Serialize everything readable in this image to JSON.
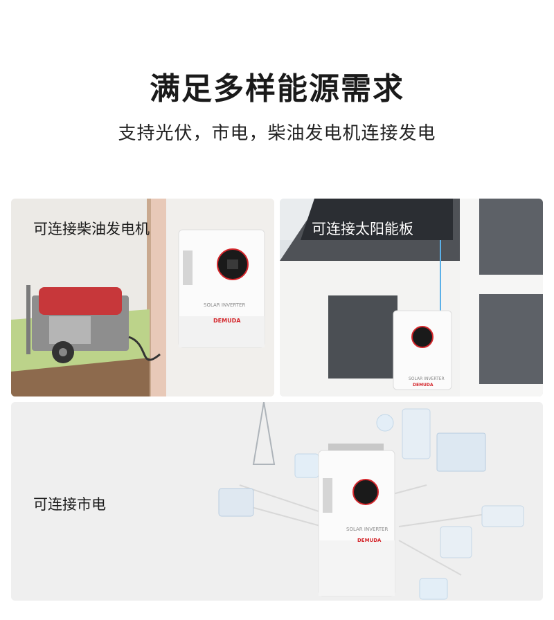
{
  "header": {
    "title": "满足多样能源需求",
    "subtitle": "支持光伏，市电，柴油发电机连接发电"
  },
  "panels": [
    {
      "caption": "可连接柴油发电机",
      "inverter_label": "SOLAR INVERTER",
      "brand": "DEMUDA"
    },
    {
      "caption": "可连接太阳能板",
      "inverter_label": "SOLAR INVERTER",
      "brand": "DEMUDA"
    },
    {
      "caption": "可连接市电",
      "inverter_label": "SOLAR INVERTER",
      "brand": "DEMUDA"
    }
  ],
  "colors": {
    "brand_red": "#d4262b",
    "accent_blue": "#5bb0e8"
  }
}
